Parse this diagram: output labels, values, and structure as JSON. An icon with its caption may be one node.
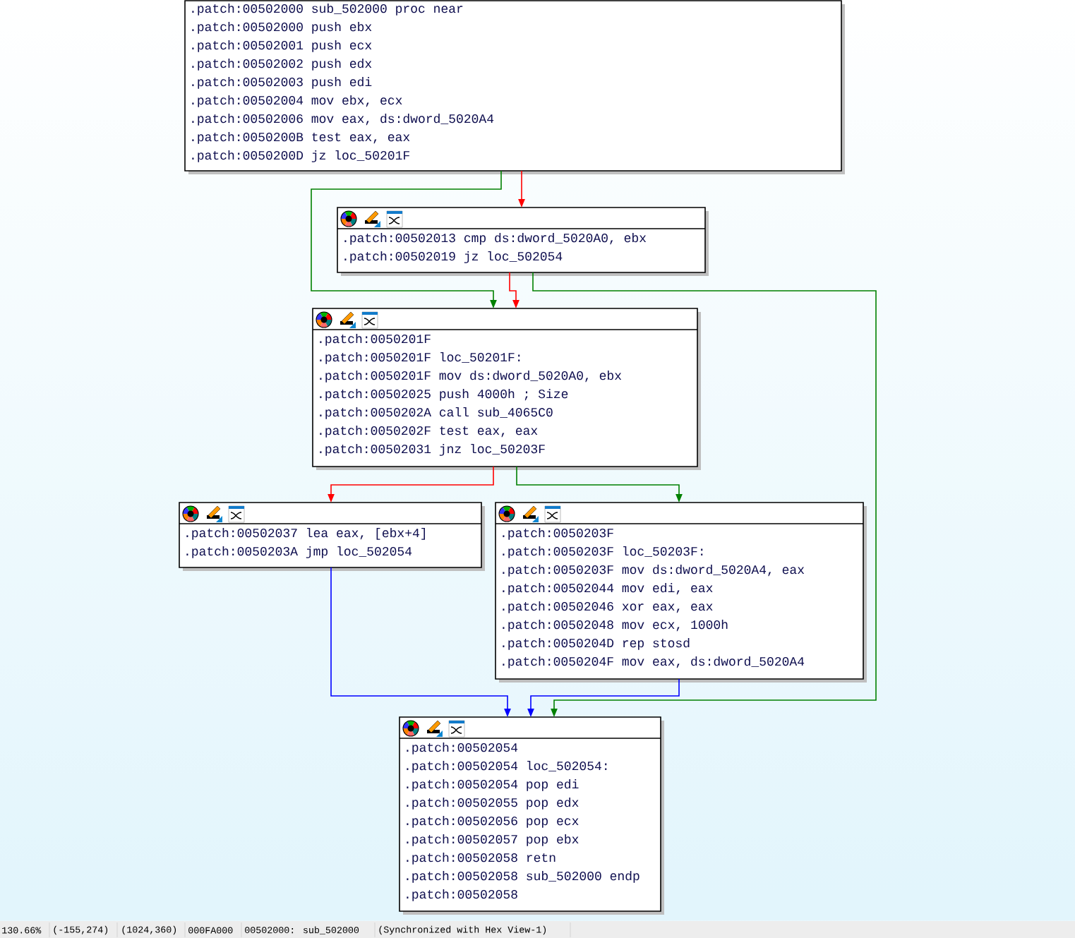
{
  "diagram": {
    "nodes": [
      {
        "text": [
          ".patch:00502000 sub_502000 proc near",
          ".patch:00502000 push ebx",
          ".patch:00502001 push ecx",
          ".patch:00502002 push edx",
          ".patch:00502003 push edi",
          ".patch:00502004 mov ebx, ecx",
          ".patch:00502006 mov eax, ds:dword_5020A4",
          ".patch:0050200B test eax, eax",
          ".patch:0050200D jz loc_50201F"
        ]
      },
      {
        "text": [
          ".patch:00502013 cmp ds:dword_5020A0, ebx",
          ".patch:00502019 jz loc_502054"
        ]
      },
      {
        "text": [
          ".patch:0050201F",
          ".patch:0050201F loc_50201F:",
          ".patch:0050201F mov ds:dword_5020A0, ebx",
          ".patch:00502025 push 4000h ; Size",
          ".patch:0050202A call sub_4065C0",
          ".patch:0050202F test eax, eax",
          ".patch:00502031 jnz loc_50203F"
        ]
      },
      {
        "text": [
          ".patch:00502037 lea eax, [ebx+4]",
          ".patch:0050203A jmp loc_502054"
        ]
      },
      {
        "text": [
          ".patch:0050203F",
          ".patch:0050203F loc_50203F:",
          ".patch:0050203F mov ds:dword_5020A4, eax",
          ".patch:00502044 mov edi, eax",
          ".patch:00502046 xor eax, eax",
          ".patch:00502048 mov ecx, 1000h",
          ".patch:0050204D rep stosd",
          ".patch:0050204F mov eax, ds:dword_5020A4"
        ]
      },
      {
        "text": [
          ".patch:00502054",
          ".patch:00502054 loc_502054:",
          ".patch:00502054 pop edi",
          ".patch:00502055 pop edx",
          ".patch:00502056 pop ecx",
          ".patch:00502057 pop ebx",
          ".patch:00502058 retn",
          ".patch:00502058 sub_502000 endp",
          ".patch:00502058"
        ]
      }
    ],
    "edges": [
      {
        "from": 0,
        "to": 1,
        "arrow": "to",
        "color": "#ff0000"
      },
      {
        "from": 0,
        "to": 2,
        "arrow": "to",
        "color": "#008000"
      },
      {
        "from": 1,
        "to": 2,
        "arrow": "to",
        "color": "#ff0000"
      },
      {
        "from": 1,
        "to": 5,
        "arrow": "to",
        "color": "#008000"
      },
      {
        "from": 2,
        "to": 3,
        "arrow": "to",
        "color": "#ff0000"
      },
      {
        "from": 2,
        "to": 4,
        "arrow": "to",
        "color": "#008000"
      },
      {
        "from": 3,
        "to": 5,
        "arrow": "to",
        "color": "#0000ff"
      },
      {
        "from": 4,
        "to": 5,
        "arrow": "to",
        "color": "#0000ff"
      }
    ],
    "labels": [
      "130.66%",
      "(-155,274)",
      "(1024,360)",
      "000FA000",
      "00502000: sub_502000",
      "(Synchronized with Hex View-1)"
    ]
  }
}
